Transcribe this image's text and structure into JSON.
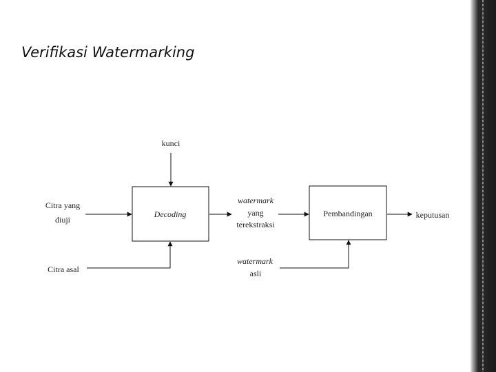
{
  "slide": {
    "title": "Verifikasi Watermarking"
  },
  "diagram": {
    "key_label": "kunci",
    "input_label_line1": "Citra yang",
    "input_label_line2": "diuji",
    "original_label": "Citra asal",
    "decoding_label": "Decoding",
    "extracted_line1": "watermark",
    "extracted_line2": "yang",
    "extracted_line3": "terekstraksi",
    "compare_label": "Pembandingan",
    "output_label": "keputusan",
    "original_wm_line1": "watermark",
    "original_wm_line2": "asli"
  },
  "colors": {
    "line": "#111111",
    "text": "#222222"
  }
}
